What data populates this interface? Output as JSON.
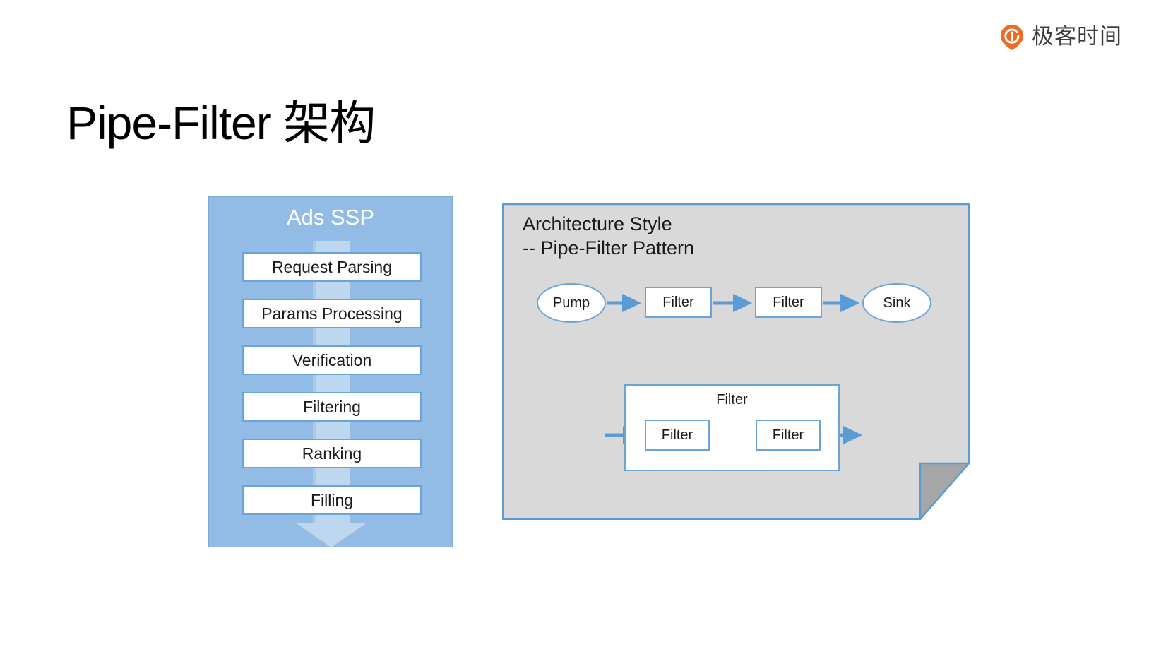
{
  "brand": {
    "name": "极客时间",
    "logo_icon": "geek-time-drop-icon",
    "logo_color": "#ef6a23",
    "text_color": "#3d3d3d"
  },
  "slide": {
    "title": "Pipe-Filter 架构"
  },
  "colors": {
    "panel_blue": "#92bce5",
    "pipe_blue": "#bdd7ee",
    "border_blue": "#6aa4db",
    "arrow_blue": "#5b9bd5",
    "panel_gray": "#d9d9d9",
    "fold_gray": "#a6a6a6",
    "box_white": "#ffffff"
  },
  "ads_ssp": {
    "title": "Ads SSP",
    "stages": [
      {
        "label": "Request Parsing"
      },
      {
        "label": "Params Processing"
      },
      {
        "label": "Verification"
      },
      {
        "label": "Filtering"
      },
      {
        "label": "Ranking"
      },
      {
        "label": "Filling"
      }
    ]
  },
  "architecture": {
    "heading_line1": "Architecture Style",
    "heading_line2": "-- Pipe-Filter Pattern",
    "flow_top": {
      "nodes": [
        {
          "label": "Pump",
          "shape": "ellipse"
        },
        {
          "label": "Filter",
          "shape": "rect"
        },
        {
          "label": "Filter",
          "shape": "rect"
        },
        {
          "label": "Sink",
          "shape": "ellipse"
        }
      ]
    },
    "flow_bottom": {
      "container_label": "Filter",
      "nodes": [
        {
          "label": "Filter",
          "shape": "rect"
        },
        {
          "label": "Filter",
          "shape": "rect"
        }
      ]
    }
  }
}
